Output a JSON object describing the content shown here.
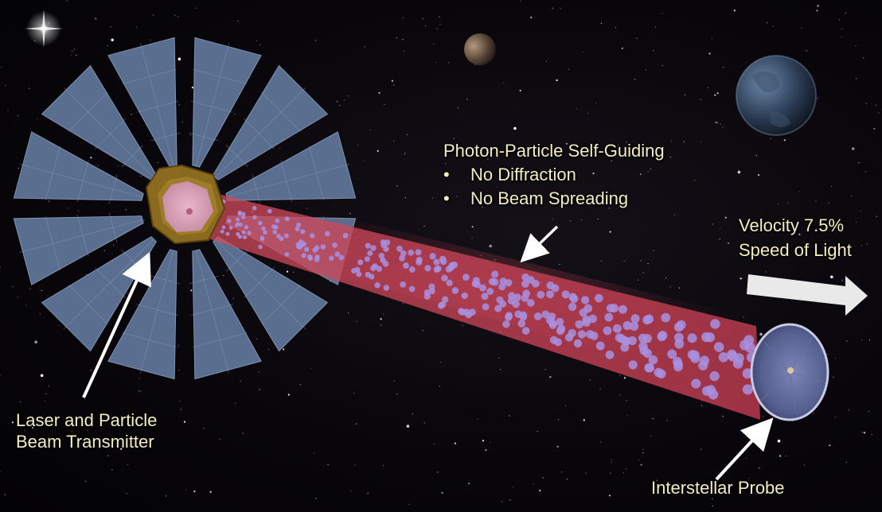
{
  "transmitter": {
    "label_line1": "Laser and Particle",
    "label_line2": "Beam Transmitter"
  },
  "beam": {
    "heading": "Photon-Particle Self-Guiding",
    "bullets": [
      "No Diffraction",
      "No Beam Spreading"
    ],
    "bullet_symbol": "•"
  },
  "velocity": {
    "line1": "Velocity 7.5%",
    "line2": "Speed of Light"
  },
  "probe": {
    "label": "Interstellar Probe"
  },
  "colors": {
    "label_text": "#f2eec0",
    "panel": "#5a6f8f",
    "beam": "#c0455a",
    "particle": "#a890e0",
    "frame": "#8a6a1e",
    "arrow": "#ffffff"
  }
}
